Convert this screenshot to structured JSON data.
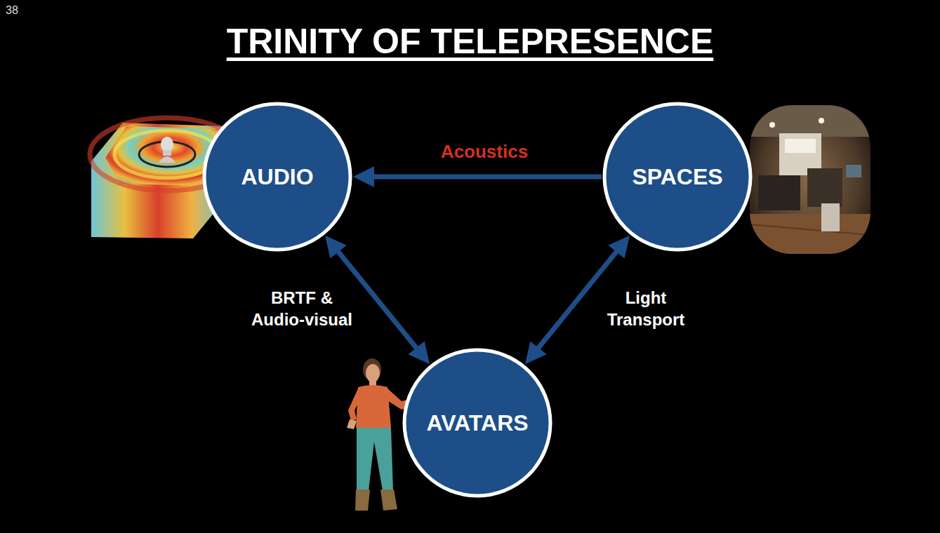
{
  "diagram": {
    "title": "TRINITY OF TELEPRESENCE",
    "nodes": [
      {
        "text": [
          "AUDIO"
        ]
      },
      {
        "text": [
          "SPACES"
        ]
      },
      {
        "text": [
          "AVATARS"
        ]
      }
    ],
    "edges": [
      {
        "from": 1,
        "to": 0,
        "label": "Acoustics",
        "arrow": "to"
      },
      {
        "from": 0,
        "to": 2,
        "label": "BRTF & Audio-visual",
        "arrow": "both"
      },
      {
        "from": 1,
        "to": 2,
        "label": "Light Transport",
        "arrow": "both"
      }
    ],
    "labels": [
      "38"
    ]
  }
}
